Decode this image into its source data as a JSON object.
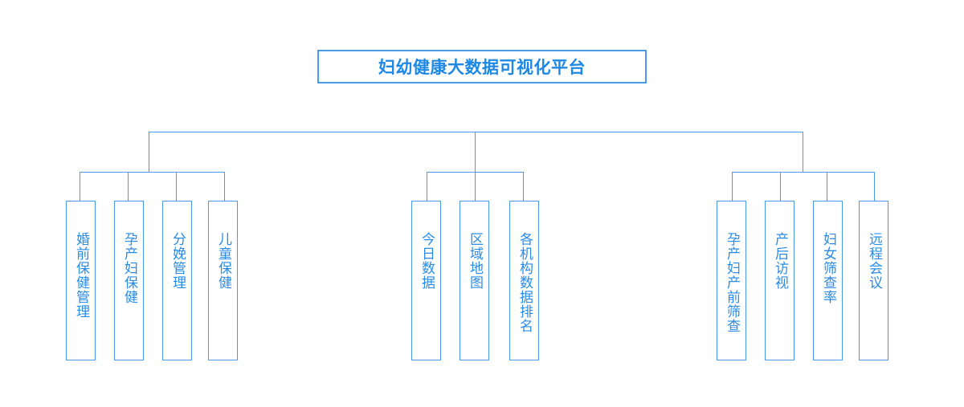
{
  "title": "妇幼健康大数据可视化平台",
  "colors": {
    "accent": "#4a9ae8",
    "text": "#1e88e5"
  },
  "groups": [
    {
      "id": "left",
      "items": [
        "婚前保健管理",
        "孕产妇保健",
        "分娩管理",
        "儿童保健"
      ]
    },
    {
      "id": "center",
      "items": [
        "今日数据",
        "区域地图",
        "各机构数据排名"
      ]
    },
    {
      "id": "right",
      "items": [
        "孕产妇产前筛查",
        "产后访视",
        "妇女筛查率",
        "远程会议"
      ]
    }
  ]
}
